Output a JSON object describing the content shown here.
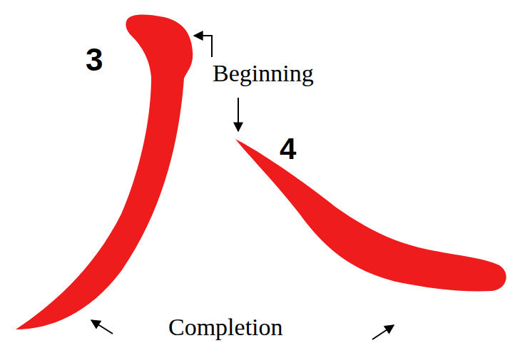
{
  "diagram": {
    "labels": [
      "3",
      "4",
      "Beginning",
      "Completion"
    ]
  }
}
